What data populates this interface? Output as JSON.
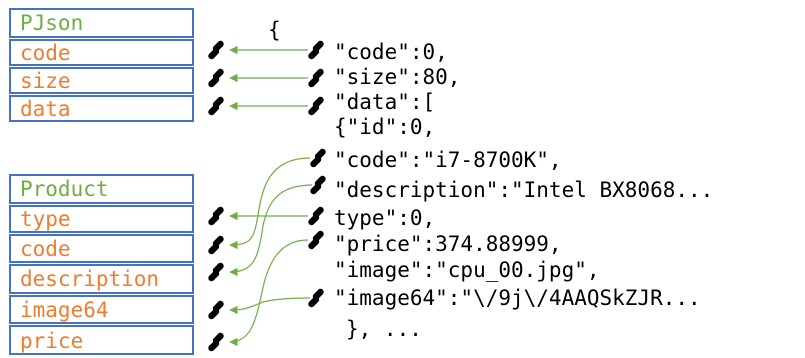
{
  "pjson": {
    "title": "PJson",
    "fields": [
      "code",
      "size",
      "data"
    ]
  },
  "product": {
    "title": "Product",
    "fields": [
      "type",
      "code",
      "description",
      "image64",
      "price"
    ]
  },
  "json_lines": [
    "{",
    "\"code\":0,",
    "\"size\":80,",
    "\"data\":[",
    "{\"id\":0,",
    "\"code\":\"i7-8700K\",",
    "\"description\":\"Intel BX8068...",
    "type\":0,",
    "\"price\":374.88999,",
    "\"image\":\"cpu_00.jpg\",",
    "\"image64\":\"\\/9j\\/4AAQSkZJR...",
    "}, ..."
  ],
  "links": [
    {
      "from": "json.code",
      "to": "PJson.code"
    },
    {
      "from": "json.size",
      "to": "PJson.size"
    },
    {
      "from": "json.data",
      "to": "PJson.data"
    },
    {
      "from": "json.type",
      "to": "Product.type"
    },
    {
      "from": "json.code",
      "to": "Product.code"
    },
    {
      "from": "json.description",
      "to": "Product.description"
    },
    {
      "from": "json.image64",
      "to": "Product.image64"
    },
    {
      "from": "json.price",
      "to": "Product.price"
    }
  ],
  "colors": {
    "box_border": "#4472c4",
    "class_name": "#70ad47",
    "field_name": "#ed7d31",
    "link_icon": "#ed7d31",
    "arrow": "#70ad47",
    "json_text": "#000000"
  },
  "icons": [
    "link-icon",
    "arrow-icon"
  ]
}
